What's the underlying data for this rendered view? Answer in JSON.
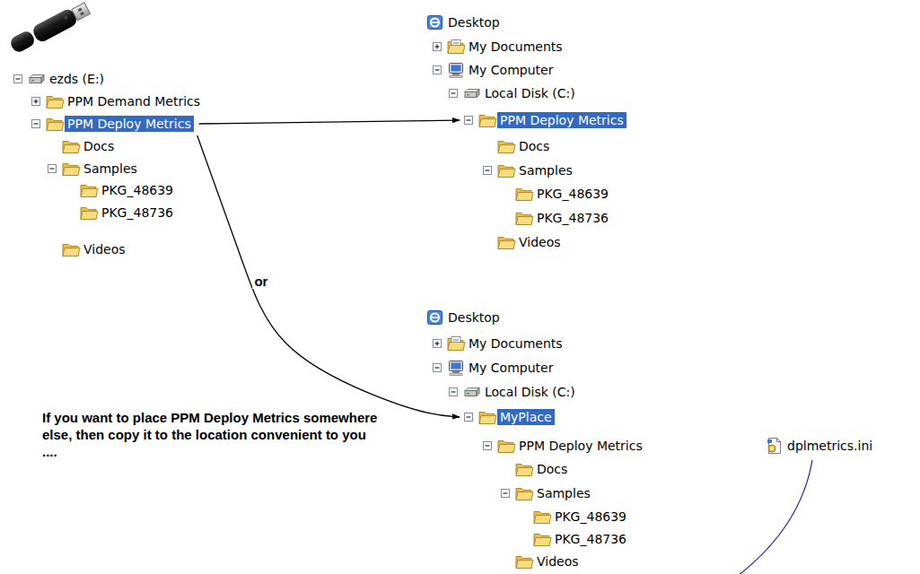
{
  "diagram": {
    "nodes": [
      {
        "text": [
          "ezds (E:)"
        ]
      },
      {
        "text": [
          "PPM Demand Metrics"
        ]
      },
      {
        "text": [
          "PPM Deploy Metrics"
        ]
      },
      {
        "text": [
          "Docs"
        ]
      },
      {
        "text": [
          "Samples"
        ]
      },
      {
        "text": [
          "PKG_48639"
        ]
      },
      {
        "text": [
          "PKG_48736"
        ]
      },
      {
        "text": [
          "Videos"
        ]
      },
      {
        "text": [
          "Desktop"
        ]
      },
      {
        "text": [
          "My Documents"
        ]
      },
      {
        "text": [
          "My Computer"
        ]
      },
      {
        "text": [
          "Local Disk (C:)"
        ]
      },
      {
        "text": [
          "PPM Deploy Metrics"
        ]
      },
      {
        "text": [
          "Docs"
        ]
      },
      {
        "text": [
          "Samples"
        ]
      },
      {
        "text": [
          "PKG_48639"
        ]
      },
      {
        "text": [
          "PKG_48736"
        ]
      },
      {
        "text": [
          "Videos"
        ]
      },
      {
        "text": [
          "Desktop"
        ]
      },
      {
        "text": [
          "My Documents"
        ]
      },
      {
        "text": [
          "My Computer"
        ]
      },
      {
        "text": [
          "Local Disk (C:)"
        ]
      },
      {
        "text": [
          "MyPlace"
        ]
      },
      {
        "text": [
          "PPM Deploy Metrics"
        ]
      },
      {
        "text": [
          "Docs"
        ]
      },
      {
        "text": [
          "Samples"
        ]
      },
      {
        "text": [
          "PKG_48639"
        ]
      },
      {
        "text": [
          "PKG_48736"
        ]
      },
      {
        "text": [
          "Videos"
        ]
      },
      {
        "text": [
          "dplmetrics.ini"
        ]
      }
    ],
    "edges": [
      {
        "from": 2,
        "to": 12,
        "arrow": "to"
      },
      {
        "from": 2,
        "to": 22,
        "label": "or",
        "arrow": "to"
      }
    ],
    "labels": [
      "If you want to place PPM Deploy Metrics somewhere else, then copy it to the location convenient to you ...."
    ]
  }
}
